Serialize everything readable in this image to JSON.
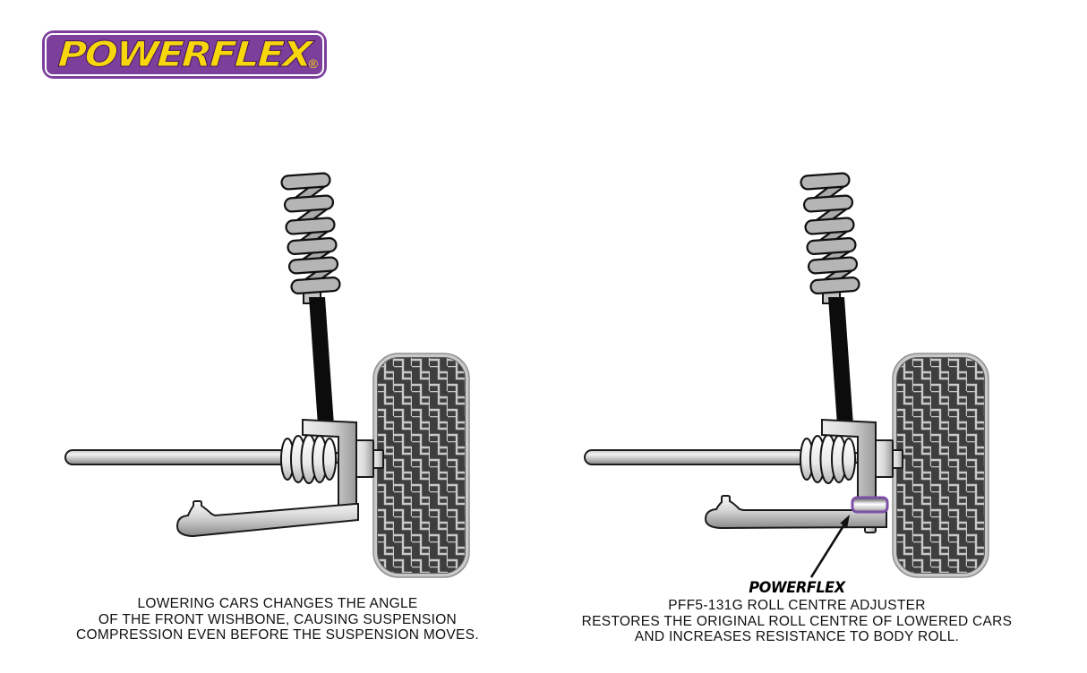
{
  "header": {
    "logo_text": "POWERFLEX",
    "registered_mark": "®"
  },
  "colors": {
    "brand_purple": "#7c3f9c",
    "brand_yellow": "#f7d70b",
    "keyline_white": "#ffffff",
    "adjuster_purple": "#7e4fa6",
    "caption_text": "#111111",
    "metal_light": "#f2f2f2",
    "metal_dark": "#8c8c8c",
    "tire_dark": "#3e3e3e",
    "tread_line": "#c9c9c9",
    "strut_black": "#0c0c0c"
  },
  "left_diagram": {
    "description": "lowered-suspension-without-adjuster",
    "caption_lines": [
      "LOWERING CARS CHANGES THE ANGLE",
      "OF THE FRONT WISHBONE, CAUSING SUSPENSION",
      "COMPRESSION EVEN BEFORE THE SUSPENSION MOVES."
    ]
  },
  "right_diagram": {
    "description": "lowered-suspension-with-roll-centre-adjuster",
    "brand_label": "POWERFLEX",
    "part_number": "PFF5-131G",
    "caption_lines": [
      "PFF5-131G ROLL CENTRE ADJUSTER",
      "RESTORES THE ORIGINAL ROLL CENTRE OF LOWERED CARS",
      "AND INCREASES RESISTANCE TO BODY ROLL."
    ]
  }
}
